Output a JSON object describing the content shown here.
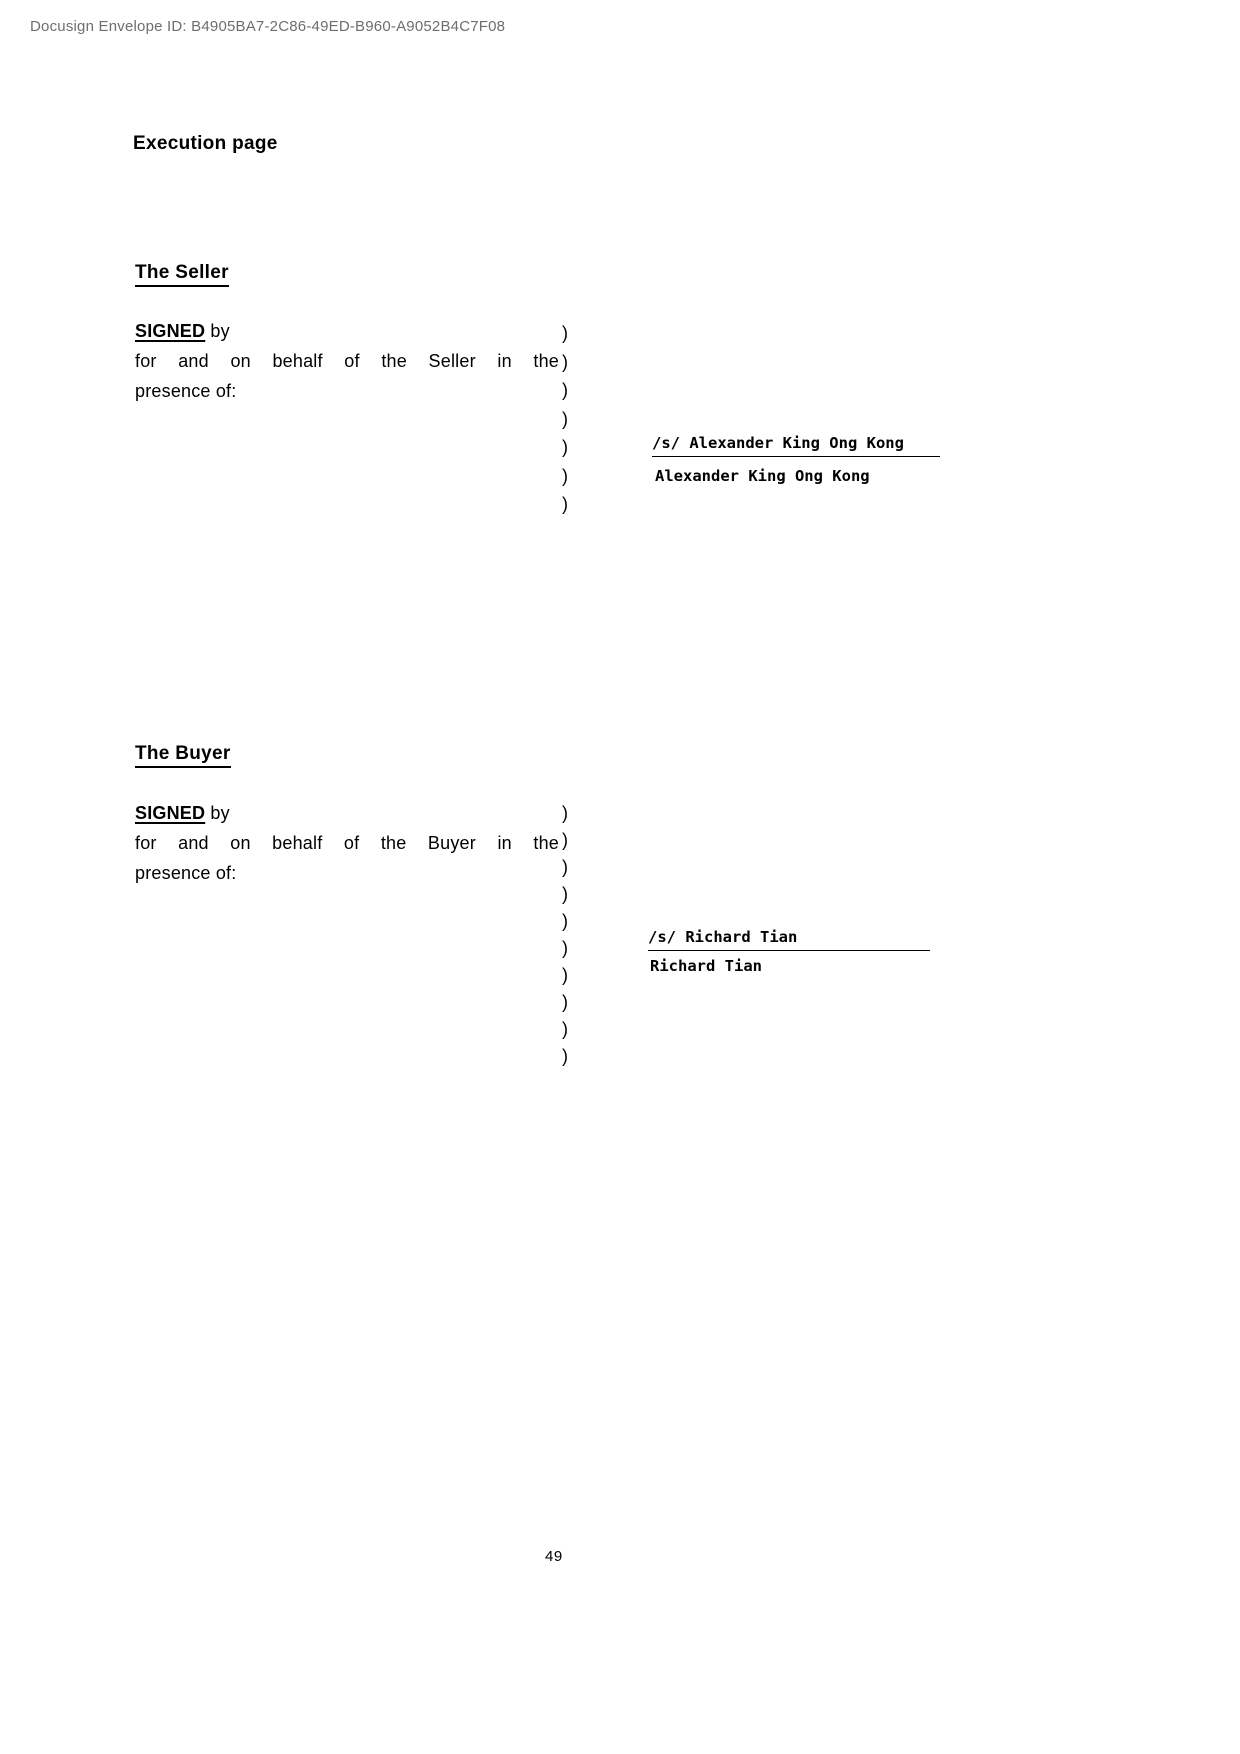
{
  "header": {
    "envelope_id": "Docusign Envelope ID: B4905BA7-2C86-49ED-B960-A9052B4C7F08"
  },
  "document": {
    "title": "Execution page"
  },
  "sections": [
    {
      "heading": "The Seller",
      "signed_label": "SIGNED",
      "signed_suffix": " by",
      "behalf_line": "for and on behalf of the Seller in the",
      "presence_line": "presence of:",
      "paren_column": ")\n)\n)\n)\n)\n)\n)",
      "signature": "/s/ Alexander King Ong Kong",
      "signatory_name": "Alexander King Ong Kong"
    },
    {
      "heading": "The Buyer",
      "signed_label": "SIGNED",
      "signed_suffix": " by",
      "behalf_line": "for and on behalf of the Buyer in the",
      "presence_line": "presence of:",
      "paren_column": ")\n)\n)\n)\n)\n)\n)\n)\n)\n)",
      "signature": "/s/ Richard Tian",
      "signatory_name": "Richard Tian"
    }
  ],
  "footer": {
    "page_number": "49"
  }
}
